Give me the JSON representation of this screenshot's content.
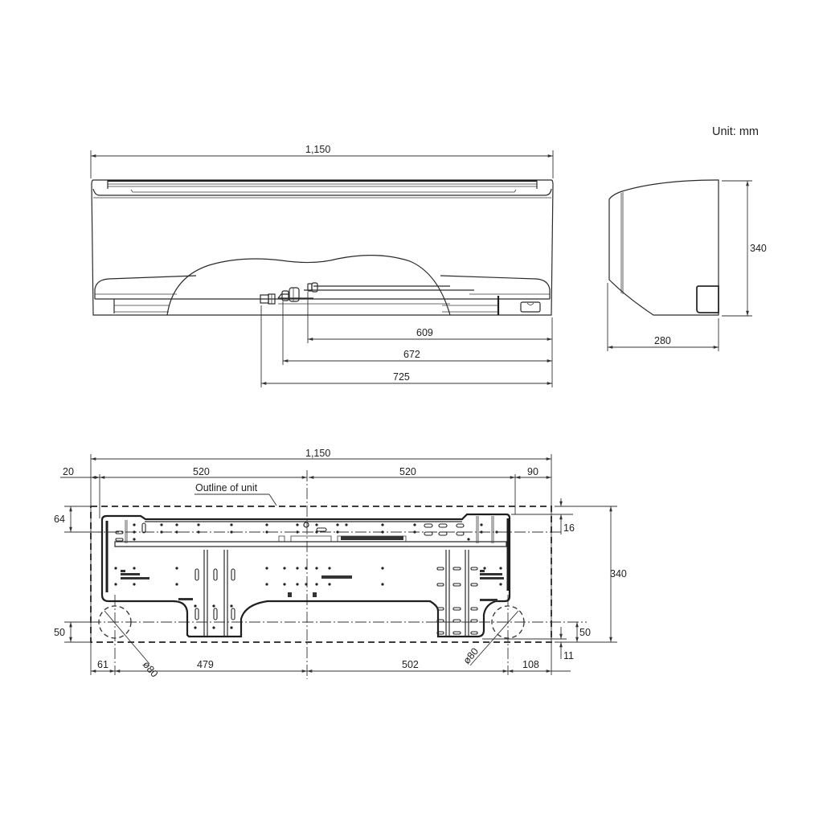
{
  "unit_label": "Unit: mm",
  "front_view": {
    "width_label": "1,150",
    "pipe_dims": [
      "609",
      "672",
      "725"
    ]
  },
  "side_view": {
    "height_label": "340",
    "depth_label": "280"
  },
  "mounting_plate": {
    "overall_width": "1,150",
    "left_offset": "20",
    "left_span": "520",
    "right_span": "520",
    "right_offset": "90",
    "outline_label": "Outline of unit",
    "top_offset": "64",
    "right_top_offset": "16",
    "height": "340",
    "left_bottom_offset": "50",
    "right_bottom_offset": "50",
    "right_bottom_gap": "11",
    "left_hole_dia": "ø80",
    "right_hole_dia": "ø80",
    "left_hole_x": "61",
    "left_center_span": "479",
    "right_center_span": "502",
    "right_hole_x": "108"
  },
  "colors": {
    "line": "#222222",
    "background": "#ffffff"
  }
}
